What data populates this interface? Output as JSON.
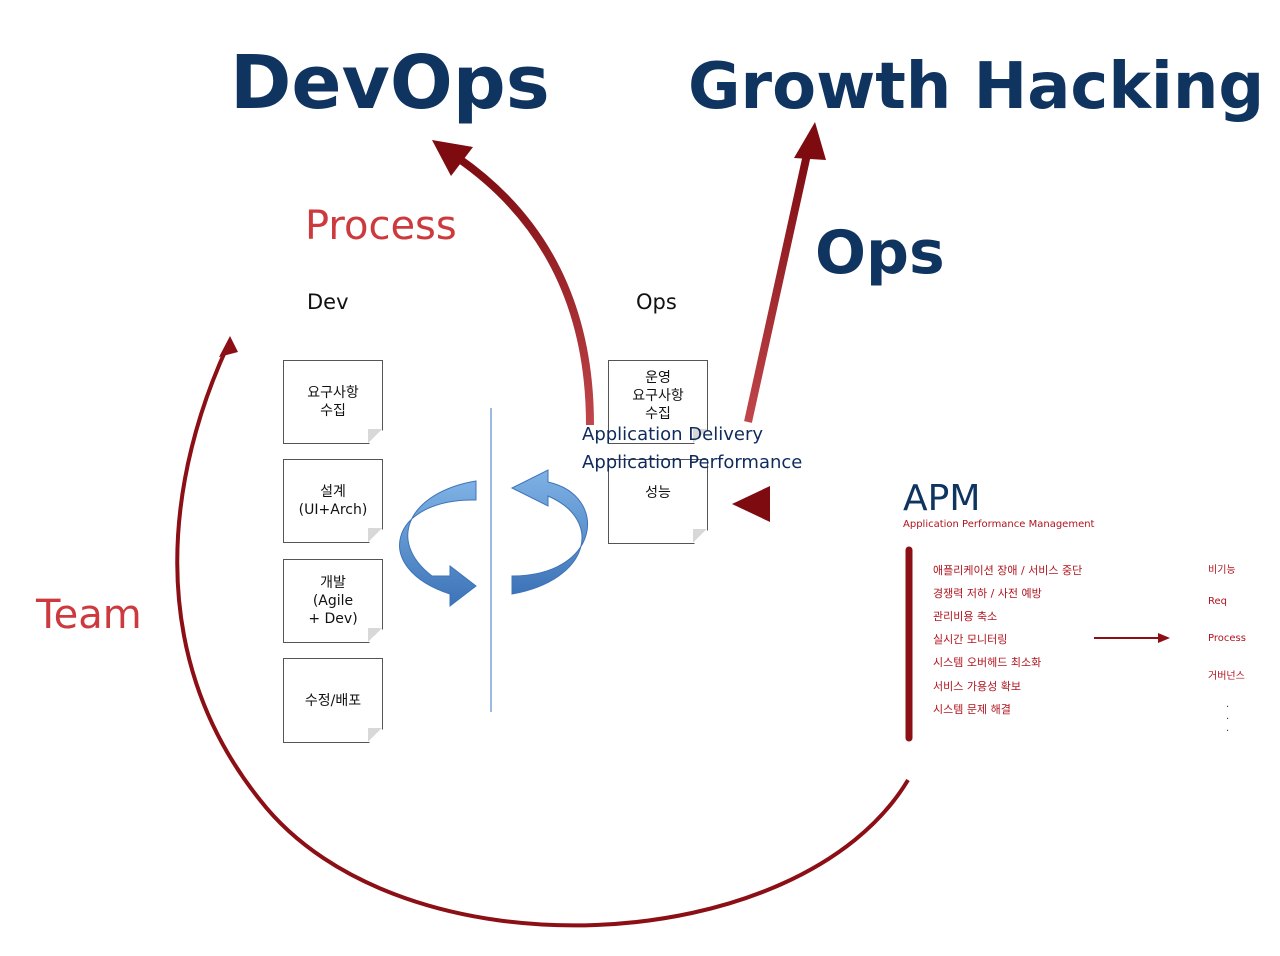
{
  "titles": {
    "devops": "DevOps",
    "growth_hacking": "Growth Hacking",
    "process": "Process",
    "ops_big": "Ops",
    "team": "Team"
  },
  "columns": {
    "dev": "Dev",
    "ops": "Ops"
  },
  "dev_notes": [
    {
      "lines": [
        "요구사항",
        "수집"
      ]
    },
    {
      "lines": [
        "설계",
        "(UI+Arch)"
      ]
    },
    {
      "lines": [
        "개발",
        "(Agile",
        "+ Dev)"
      ]
    },
    {
      "lines": [
        "수정/배포"
      ]
    }
  ],
  "ops_notes": [
    {
      "lines": [
        "운영",
        "요구사항",
        "수집"
      ]
    },
    {
      "lines": [
        "성능"
      ]
    }
  ],
  "application": {
    "delivery": "Application Delivery",
    "performance": "Application Performance"
  },
  "apm": {
    "title": "APM",
    "subtitle": "Application Performance Management",
    "items": [
      "애플리케이션 장애 / 서비스 중단",
      "경쟁력 저하 / 사전 예방",
      "관리비용 축소",
      "실시간 모니터링",
      "시스템 오버헤드 최소화",
      "서비스 가용성 확보",
      "시스템 문제 해결"
    ],
    "side_items": [
      "비기능",
      "Req",
      "Process",
      "거버넌스"
    ],
    "ellipsis": [
      "·",
      "·",
      "·"
    ]
  },
  "colors": {
    "navy": "#0f3460",
    "red_text": "#cc3a3e",
    "dark_red": "#8b0f14",
    "blue_arrow": "#5b9bd5",
    "divider": "#9dbbe0"
  }
}
